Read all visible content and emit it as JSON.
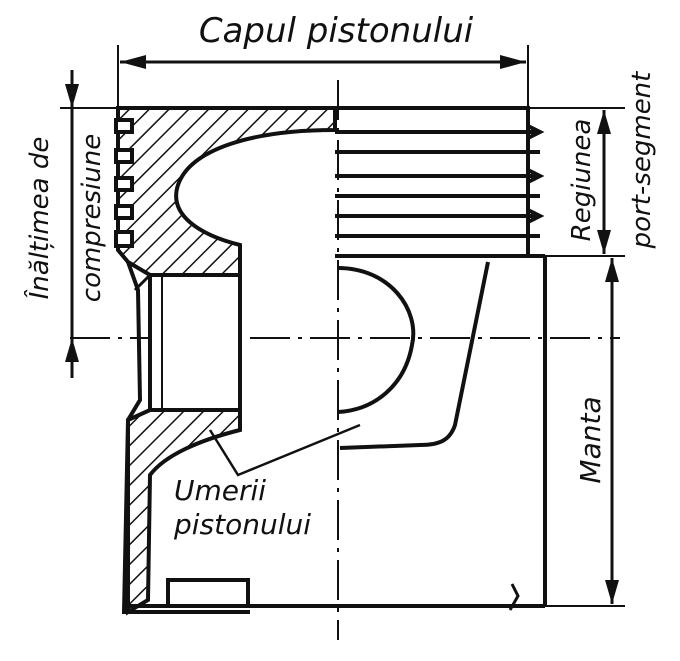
{
  "labels": {
    "head": "Capul pistonului",
    "compression_height_1": "Înălțimea de",
    "compression_height_2": "compresiune",
    "ring_region": "Regiunea",
    "ring_region_2": "port-segment",
    "skirt": "Manta",
    "shoulders_1": "Umerii",
    "shoulders_2": "pistonului"
  },
  "colors": {
    "ink": "#111111",
    "paper": "#ffffff"
  }
}
